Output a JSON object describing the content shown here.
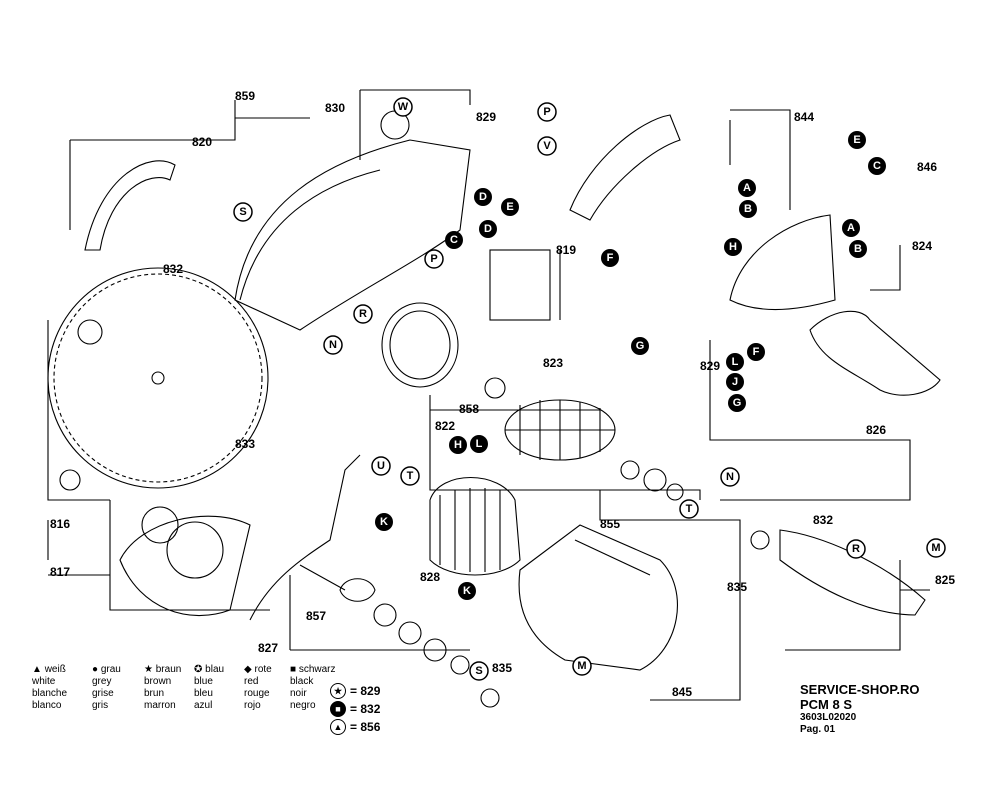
{
  "part_numbers": [
    "859",
    "820",
    "830",
    "829",
    "844",
    "846",
    "832",
    "824",
    "819",
    "833",
    "823",
    "858",
    "822",
    "829",
    "826",
    "816",
    "817",
    "828",
    "855",
    "832",
    "825",
    "835",
    "857",
    "827",
    "835",
    "845"
  ],
  "circle_letters": [
    "W",
    "S",
    "P",
    "P",
    "R",
    "N",
    "R",
    "U",
    "T",
    "T",
    "K",
    "K",
    "H",
    "L",
    "M",
    "S",
    "D",
    "E",
    "D",
    "C",
    "V",
    "A",
    "B",
    "C",
    "E",
    "F",
    "H",
    "A",
    "B",
    "G",
    "L",
    "F",
    "J",
    "G",
    "N",
    "R",
    "M"
  ],
  "legend": {
    "white": {
      "symbol": "▲",
      "labels": [
        "weiß",
        "white",
        "blanche",
        "blanco"
      ]
    },
    "grey": {
      "symbol": "●",
      "labels": [
        "grau",
        "grey",
        "grise",
        "gris"
      ]
    },
    "brown": {
      "symbol": "★",
      "labels": [
        "braun",
        "brown",
        "brun",
        "marron"
      ]
    },
    "blue": {
      "symbol": "✪",
      "labels": [
        "blau",
        "blue",
        "bleu",
        "azul"
      ]
    },
    "red": {
      "symbol": "◆",
      "labels": [
        "rote",
        "red",
        "rouge",
        "rojo"
      ]
    },
    "black": {
      "symbol": "■",
      "labels": [
        "schwarz",
        "black",
        "noir",
        "negro"
      ]
    }
  },
  "equivalences": [
    {
      "symbol": "★",
      "text": "= 829"
    },
    {
      "symbol": "■",
      "text": "= 832"
    },
    {
      "symbol": "▲",
      "text": "= 856"
    }
  ],
  "footer": {
    "shop": "SERVICE-SHOP.RO",
    "model": "PCM 8 S",
    "code": "3603L02020",
    "page": "Pag. 01"
  }
}
